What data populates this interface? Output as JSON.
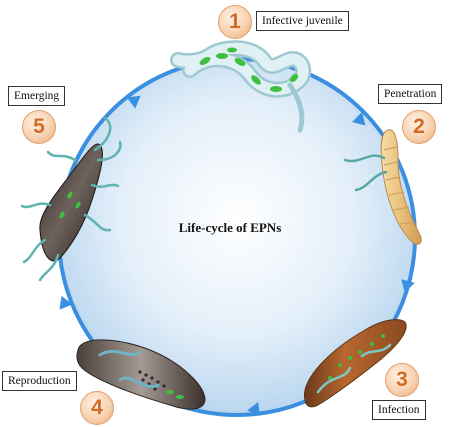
{
  "title": "Life-cycle of EPNs",
  "steps": [
    {
      "number": "1",
      "label": "Infective juvenile"
    },
    {
      "number": "2",
      "label": "Penetration"
    },
    {
      "number": "3",
      "label": "Infection"
    },
    {
      "number": "4",
      "label": "Reproduction"
    },
    {
      "number": "5",
      "label": "Emerging"
    }
  ],
  "colors": {
    "cycle_ring": "#3b8fe0",
    "cycle_fill_center": "#ffffff",
    "cycle_fill_edge": "#b9d6ef",
    "step_number": "#d36a27",
    "juvenile_body": "#cfe9ee",
    "juvenile_spots": "#3fbf3f"
  }
}
